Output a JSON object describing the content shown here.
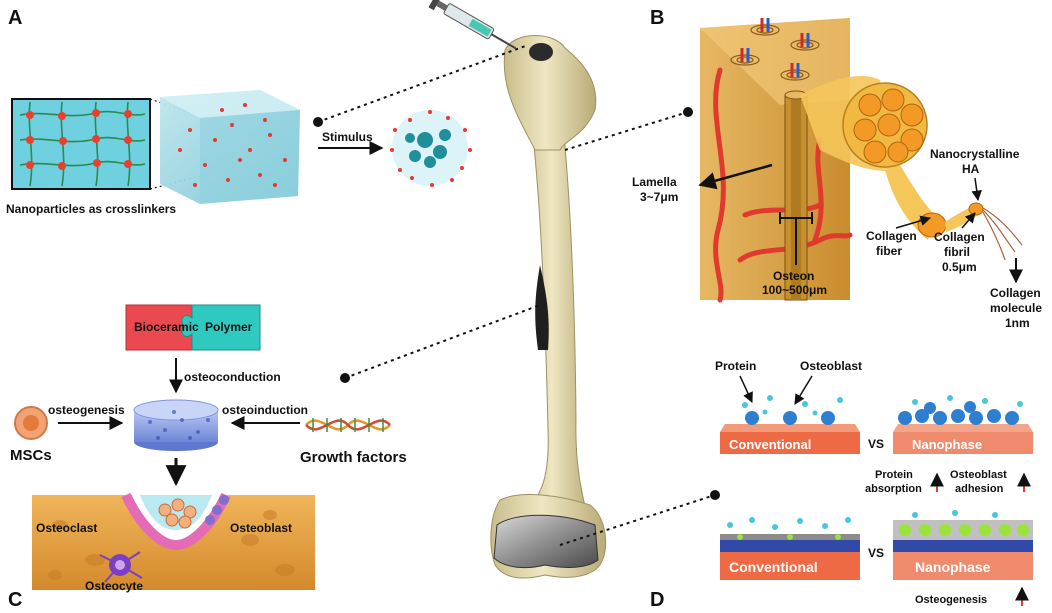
{
  "panels": {
    "a": "A",
    "b": "B",
    "c": "C",
    "d": "D"
  },
  "panel_a": {
    "stimulus": "Stimulus",
    "caption": "Nanoparticles as crosslinkers"
  },
  "panel_b": {
    "lamella_1": "Lamella",
    "lamella_2": "3~7μm",
    "osteon_1": "Osteon",
    "osteon_2": "100~500μm",
    "fiber_1": "Collagen",
    "fiber_2": "fiber",
    "fibril_1": "Collagen",
    "fibril_2": "fibril",
    "fibril_3": "0.5μm",
    "ha_1": "Nanocrystalline",
    "ha_2": "HA",
    "molecule_1": "Collagen",
    "molecule_2": "molecule",
    "molecule_3": "1nm"
  },
  "panel_c": {
    "bioceramic": "Bioceramic",
    "polymer": "Polymer",
    "osteoconduction": "osteoconduction",
    "osteogenesis": "osteogenesis",
    "osteoinduction": "osteoinduction",
    "mscs": "MSCs",
    "growth_factors": "Growth factors",
    "osteoclast": "Osteoclast",
    "osteoblast": "Osteoblast",
    "osteocyte": "Osteocyte"
  },
  "panel_d": {
    "protein": "Protein",
    "osteoblast": "Osteoblast",
    "conventional_1": "Conventional",
    "nanophase_1": "Nanophase",
    "vs_1": "VS",
    "protein_abs_1": "Protein",
    "protein_abs_2": "absorption",
    "ob_adh_1": "Osteoblast",
    "ob_adh_2": "adhesion",
    "conventional_2": "Conventional",
    "nanophase_2": "Nanophase",
    "vs_2": "VS",
    "osteogenesis": "Osteogenesis"
  },
  "colors": {
    "bone": "#e8dfb6",
    "marrow": "#222222",
    "red_block": "#e9484d",
    "teal_block": "#2fc9c0",
    "conventional": "#ee6a45",
    "nanophase": "#f08a6c",
    "cell_blue": "#2f7fd0",
    "cortical": "#d9a548",
    "collagen": "#f2b238",
    "arrow_red": "#e23b2e"
  }
}
